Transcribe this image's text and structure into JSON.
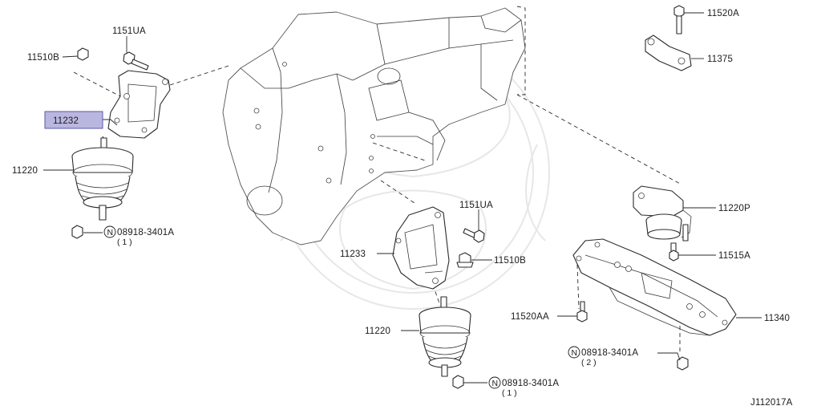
{
  "diagram": {
    "labels": {
      "p11510b_top": "11510B",
      "p1151ua_top": "1151UA",
      "p11232": "11232",
      "p11220_left": "11220",
      "nut_left_code": "08918-3401A",
      "nut_left_qty": "( 1 )",
      "p11520a": "11520A",
      "p11375": "11375",
      "p11220p": "11220P",
      "p11515a": "11515A",
      "p1151ua_mid": "1151UA",
      "p11510b_mid": "11510B",
      "p11233": "11233",
      "p11220_mid": "11220",
      "nut_mid_code": "08918-3401A",
      "nut_mid_qty": "( 1 )",
      "p11520aa": "11520AA",
      "p11340": "11340",
      "nut_right_code": "08918-3401A",
      "nut_right_qty": "( 2 )",
      "n_symbol": "N",
      "diagram_id": "J112017A"
    },
    "highlight_color": "#b9b7e0"
  }
}
